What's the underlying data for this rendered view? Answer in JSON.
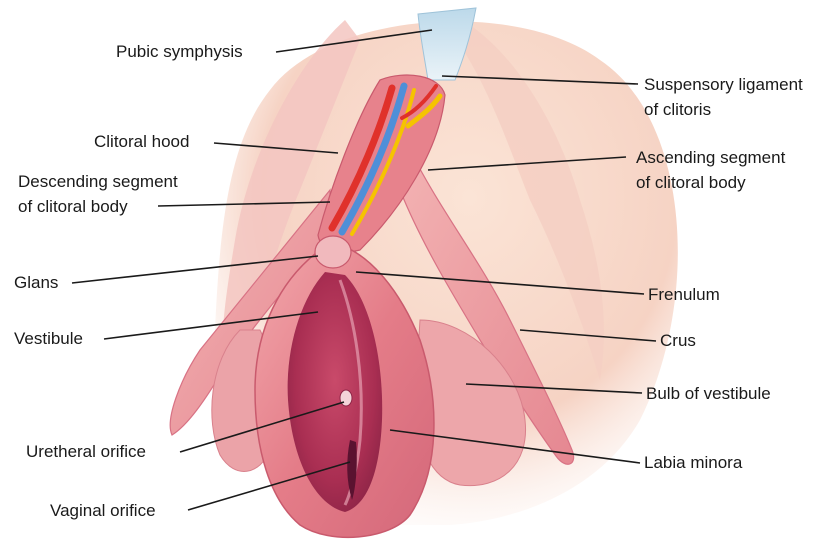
{
  "labels": {
    "pubic_symphysis": "Pubic symphysis",
    "suspensory_ligament_line1": "Suspensory ligament",
    "suspensory_ligament_line2": "of clitoris",
    "clitoral_hood": "Clitoral hood",
    "ascending_segment_line1": "Ascending segment",
    "ascending_segment_line2": "of clitoral body",
    "descending_segment_line1": "Descending segment",
    "descending_segment_line2": "of clitoral body",
    "glans": "Glans",
    "frenulum": "Frenulum",
    "vestibule": "Vestibule",
    "crus": "Crus",
    "bulb_of_vestibule": "Bulb of vestibule",
    "uretheral_orifice": "Uretheral orifice",
    "labia_minora": "Labia minora",
    "vaginal_orifice": "Vaginal orifice"
  },
  "colors": {
    "background": "#ffffff",
    "tissue_light": "#f6cfc9",
    "tissue_mid": "#e98f93",
    "tissue_dark": "#c9506a",
    "lumen": "#b9385a",
    "bone": "#cfe3ef",
    "vessel_blue": "#4f8fd8",
    "vessel_red": "#e0312b",
    "vessel_yellow": "#f5c400",
    "label_text": "#1a1a1a"
  }
}
